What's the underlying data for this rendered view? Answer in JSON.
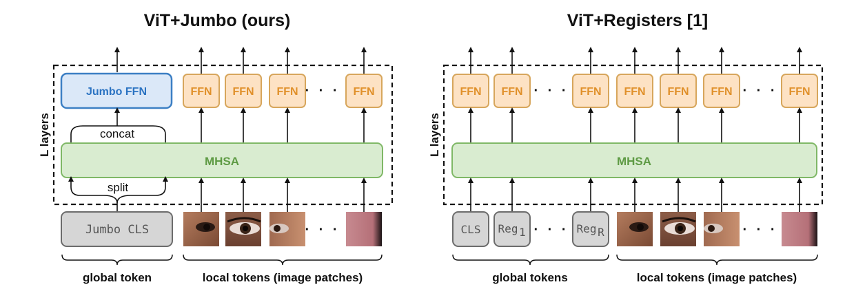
{
  "left": {
    "title": "ViT+Jumbo (ours)",
    "jumbo_ffn": "Jumbo FFN",
    "ffn": "FFN",
    "concat": "concat",
    "mhsa": "MHSA",
    "split": "split",
    "layers": "L layers",
    "jumbo_cls": "Jumbo CLS",
    "footer_global": "global token",
    "footer_local": "local tokens (image patches)",
    "ellipsis": "· · ·"
  },
  "right": {
    "title": "ViT+Registers [1]",
    "ffn": "FFN",
    "mhsa": "MHSA",
    "layers": "L layers",
    "cls": "CLS",
    "reg_base": "Reg",
    "reg1_sub": "1",
    "regR_sub": "R",
    "footer_global": "global tokens",
    "footer_local": "local tokens (image patches)",
    "ellipsis": "· · ·"
  },
  "colors": {
    "ffn_fill": "#fde2c4",
    "ffn_text": "#e0902a",
    "jumbo_fill": "#dbe8f8",
    "jumbo_text": "#2b73c2",
    "mhsa_fill": "#d9ecd0",
    "mhsa_text": "#5f9b45",
    "token_fill": "#d6d6d6"
  }
}
